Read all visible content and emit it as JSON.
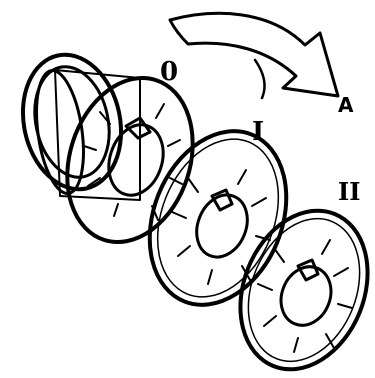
{
  "labels": {
    "disc_zero": "0",
    "disc_one": "I",
    "disc_two": "II",
    "arrow": "A"
  },
  "colors": {
    "ink": "#000000",
    "paper": "#ffffff"
  }
}
